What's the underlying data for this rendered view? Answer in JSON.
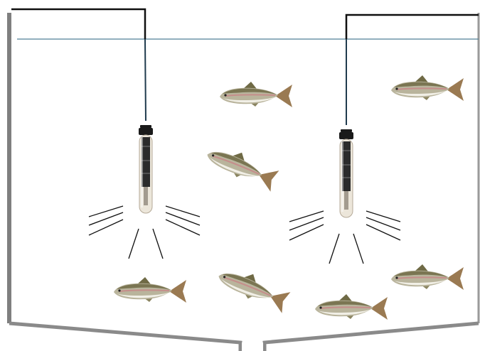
{
  "diagram": {
    "subject": "fish-tank-with-submerged-lights",
    "colors": {
      "tank_wall": "#7f7f7f",
      "tank_wall_shadow": "#9a9a9a",
      "cable": "#0f0f0f",
      "cable_submerged": "#1f3a4d",
      "water_line": "#4f7f96",
      "light_rays": "#111111",
      "fish_body": "#b9b49c",
      "fish_back": "#6f6a45",
      "fish_belly": "#f1efe6",
      "fish_stripe": "#c68a8a",
      "fish_tail": "#9a7a52",
      "bulb_glass": "#ece6da",
      "bulb_core": "#2b2b2b",
      "bulb_cap": "#1a1a1a"
    },
    "lights": [
      {
        "name": "light-left",
        "icon": "submerged-light-icon"
      },
      {
        "name": "light-right",
        "icon": "submerged-light-icon"
      }
    ],
    "fish": [
      {
        "name": "fish-1",
        "icon": "salmon-fish-icon"
      },
      {
        "name": "fish-2",
        "icon": "salmon-fish-icon"
      },
      {
        "name": "fish-3",
        "icon": "salmon-fish-icon"
      },
      {
        "name": "fish-4",
        "icon": "salmon-fish-icon"
      },
      {
        "name": "fish-5",
        "icon": "salmon-fish-icon"
      },
      {
        "name": "fish-6",
        "icon": "salmon-fish-icon"
      },
      {
        "name": "fish-7",
        "icon": "salmon-fish-icon"
      }
    ]
  }
}
